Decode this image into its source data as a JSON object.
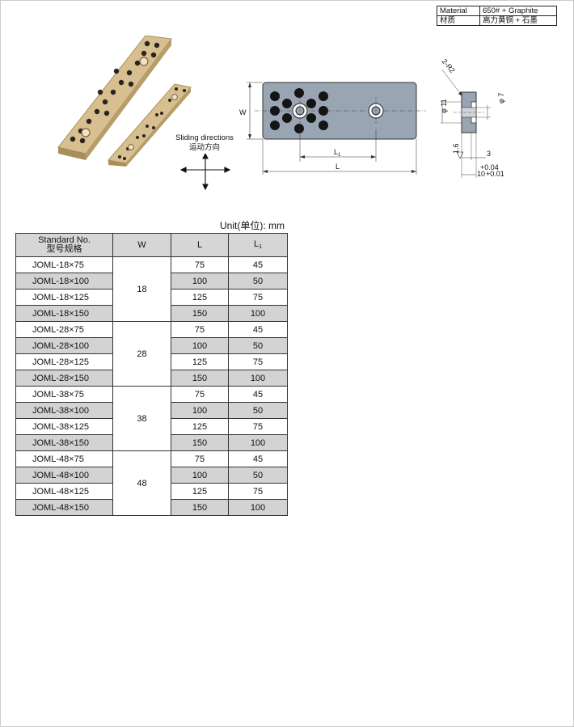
{
  "material": {
    "label_en": "Material",
    "value_en": "650# + Graphite",
    "label_cn": "材质",
    "value_cn": "高力黄铜 + 石墨"
  },
  "sliding": {
    "en": "Sliding directions",
    "cn": "运动方向"
  },
  "drawing": {
    "W": "W",
    "L1": "L",
    "L1_sub": "1",
    "L": "L",
    "radius": "2-R2",
    "dia11": "φ 11",
    "dia7": "φ 7",
    "d16": "1.6",
    "d3": "3",
    "tol_plus": "+0.04",
    "tol_base": "10",
    "tol_minus": "+0.01"
  },
  "unit": "Unit(单位): mm",
  "table": {
    "headers": {
      "std_en": "Standard No.",
      "std_cn": "型号规格",
      "w": "W",
      "l": "L",
      "l1": "L",
      "l1_sub": "1"
    },
    "groups": [
      {
        "w": "18",
        "rows": [
          {
            "std": "JOML-18×75",
            "l": "75",
            "l1": "45"
          },
          {
            "std": "JOML-18×100",
            "l": "100",
            "l1": "50"
          },
          {
            "std": "JOML-18×125",
            "l": "125",
            "l1": "75"
          },
          {
            "std": "JOML-18×150",
            "l": "150",
            "l1": "100"
          }
        ]
      },
      {
        "w": "28",
        "rows": [
          {
            "std": "JOML-28×75",
            "l": "75",
            "l1": "45"
          },
          {
            "std": "JOML-28×100",
            "l": "100",
            "l1": "50"
          },
          {
            "std": "JOML-28×125",
            "l": "125",
            "l1": "75"
          },
          {
            "std": "JOML-28×150",
            "l": "150",
            "l1": "100"
          }
        ]
      },
      {
        "w": "38",
        "rows": [
          {
            "std": "JOML-38×75",
            "l": "75",
            "l1": "45"
          },
          {
            "std": "JOML-38×100",
            "l": "100",
            "l1": "50"
          },
          {
            "std": "JOML-38×125",
            "l": "125",
            "l1": "75"
          },
          {
            "std": "JOML-38×150",
            "l": "150",
            "l1": "100"
          }
        ]
      },
      {
        "w": "48",
        "rows": [
          {
            "std": "JOML-48×75",
            "l": "75",
            "l1": "45"
          },
          {
            "std": "JOML-48×100",
            "l": "100",
            "l1": "50"
          },
          {
            "std": "JOML-48×125",
            "l": "125",
            "l1": "75"
          },
          {
            "std": "JOML-48×150",
            "l": "150",
            "l1": "100"
          }
        ]
      }
    ]
  },
  "colors": {
    "bronze": "#c9ad7d",
    "plate": "#9aa5b3",
    "graphite": "#1a1a1a",
    "row_gray": "#d3d3d3"
  }
}
